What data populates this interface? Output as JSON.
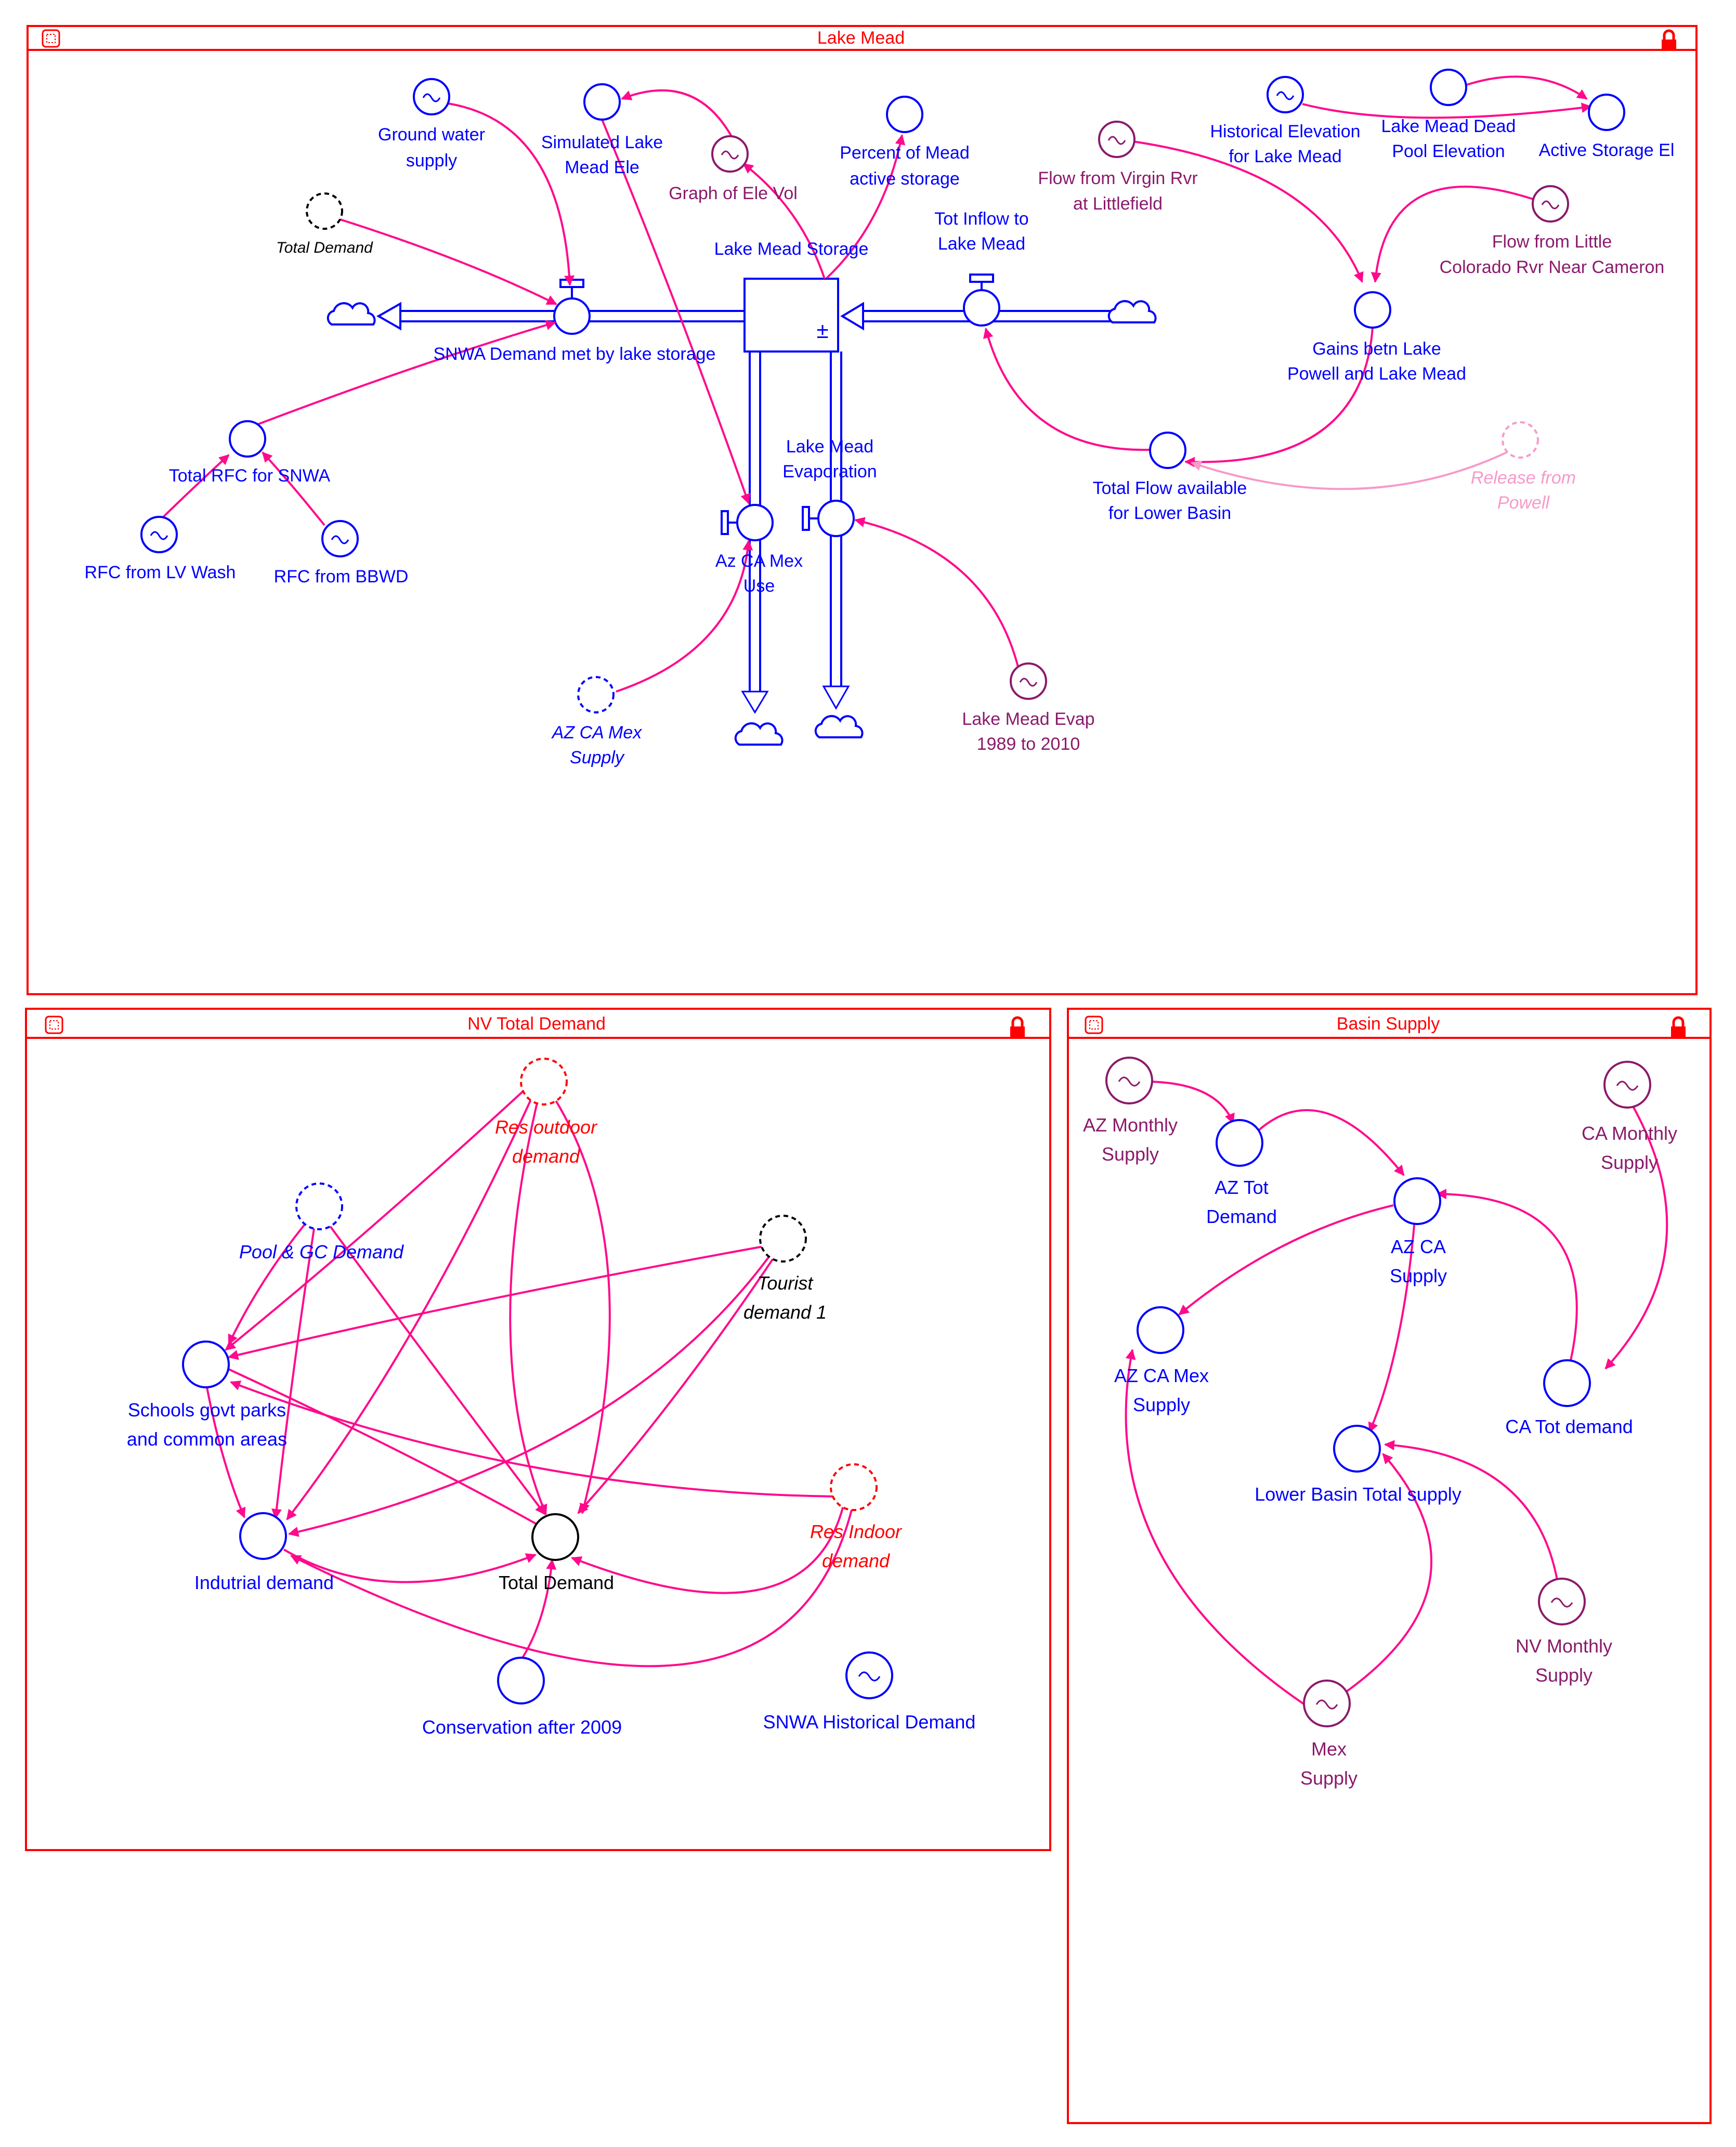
{
  "sections": {
    "lake_mead": {
      "title": "Lake Mead"
    },
    "nv_total_demand": {
      "title": "NV Total Demand"
    },
    "basin_supply": {
      "title": "Basin Supply"
    }
  },
  "lake_mead": {
    "ground_water_supply": [
      "Ground water",
      "supply"
    ],
    "simulated_lake_mead_ele": [
      "Simulated Lake",
      "Mead Ele"
    ],
    "graph_of_ele_vol": [
      "Graph of Ele Vol"
    ],
    "percent_of_mead_active_storage": [
      "Percent of Mead",
      "active storage"
    ],
    "total_demand_ghost": [
      "Total Demand"
    ],
    "lake_mead_storage": [
      "Lake Mead Storage"
    ],
    "tot_inflow_to_lake_mead": [
      "Tot Inflow to",
      "Lake Mead"
    ],
    "snwa_demand_met": [
      "SNWA Demand met by lake storage"
    ],
    "flow_from_virgin_rvr": [
      "Flow from Virgin Rvr",
      "at Littlefield"
    ],
    "historical_elevation": [
      "Historical Elevation",
      "for Lake Mead"
    ],
    "lake_mead_dead_pool": [
      "Lake Mead Dead",
      "Pool Elevation"
    ],
    "active_storage_el": [
      "Active Storage El"
    ],
    "flow_from_little_colorado": [
      "Flow from Little",
      "Colorado Rvr Near Cameron"
    ],
    "gains_betn": [
      "Gains betn Lake",
      "Powell and Lake Mead"
    ],
    "total_rfc_for_snwa": [
      "Total RFC for SNWA"
    ],
    "rfc_from_lv_wash": [
      "RFC from LV Wash"
    ],
    "rfc_from_bbwd": [
      "RFC from BBWD"
    ],
    "lake_mead_evaporation": [
      "Lake Mead",
      "Evaporation"
    ],
    "az_ca_mex_use": [
      "Az CA Mex",
      "Use"
    ],
    "total_flow_available": [
      "Total Flow available",
      "for Lower Basin"
    ],
    "release_from_powell": [
      "Release from",
      "Powell"
    ],
    "az_ca_mex_supply_ghost": [
      "AZ CA Mex",
      "Supply"
    ],
    "lake_mead_evap_1989": [
      "Lake Mead Evap",
      "1989 to 2010"
    ],
    "stock_sign": "±"
  },
  "nv_total_demand": {
    "res_outdoor_demand": [
      "Res outdoor",
      "demand"
    ],
    "pool_gc_demand": [
      "Pool & GC Demand"
    ],
    "tourist_demand_1": [
      "Tourist",
      "demand 1"
    ],
    "schools_govt_parks": [
      "Schools govt parks",
      "and common areas"
    ],
    "res_indoor_demand": [
      "Res Indoor",
      "demand"
    ],
    "indutrial_demand": [
      "Indutrial demand"
    ],
    "total_demand": [
      "Total Demand"
    ],
    "conservation_after_2009": [
      "Conservation after 2009"
    ],
    "snwa_historical_demand": [
      "SNWA Historical Demand"
    ]
  },
  "basin_supply": {
    "az_monthly_supply": [
      "AZ Monthly",
      "Supply"
    ],
    "az_tot_demand": [
      "AZ Tot",
      "Demand"
    ],
    "az_ca_supply": [
      "AZ CA",
      "Supply"
    ],
    "ca_monthly_supply": [
      "CA Monthly",
      "Supply"
    ],
    "az_ca_mex_supply": [
      "AZ CA Mex",
      "Supply"
    ],
    "ca_tot_demand": [
      "CA Tot demand"
    ],
    "lower_basin_total_supply": [
      "Lower Basin Total supply"
    ],
    "nv_monthly_supply": [
      "NV Monthly",
      "Supply"
    ],
    "mex_supply": [
      "Mex",
      "Supply"
    ]
  },
  "colors": {
    "frame": "#ff0000",
    "link": "#ff0a8c",
    "variable": "#0000ff",
    "graphical": "#8b1a6b",
    "ghost_link": "#f79ac9"
  }
}
